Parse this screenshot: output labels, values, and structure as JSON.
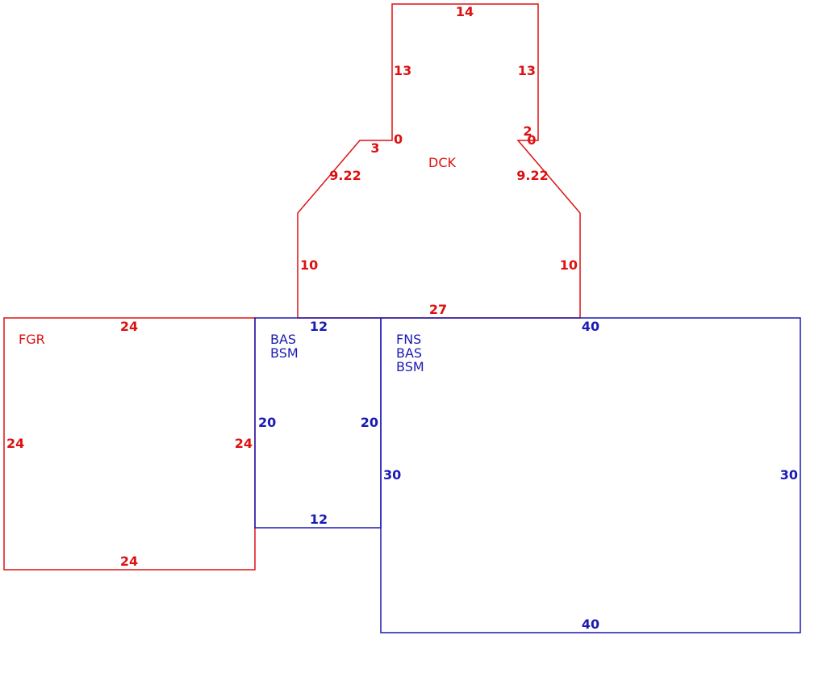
{
  "colors": {
    "red": "#dd1111",
    "blue": "#1a1ab4",
    "background": "#ffffff"
  },
  "deck": {
    "code": "DCK",
    "dims": {
      "top": "14",
      "upper_left": "13",
      "upper_right": "13",
      "notch_left_zero": "0",
      "notch_left_run": "3",
      "notch_right_rise": "2",
      "notch_right_zero": "0",
      "diag_left": "9.22",
      "diag_right": "9.22",
      "lower_left": "10",
      "lower_right": "10",
      "bottom": "27"
    }
  },
  "garage": {
    "code": "FGR",
    "dims": {
      "top": "24",
      "left": "24",
      "right": "24",
      "bottom": "24"
    }
  },
  "basement": {
    "codes": [
      "BAS",
      "BSM"
    ],
    "dims": {
      "top": "12",
      "left": "20",
      "right": "20",
      "bottom": "12"
    }
  },
  "main": {
    "codes": [
      "FNS",
      "BAS",
      "BSM"
    ],
    "dims": {
      "top": "40",
      "left": "30",
      "right": "30",
      "bottom": "40"
    }
  }
}
